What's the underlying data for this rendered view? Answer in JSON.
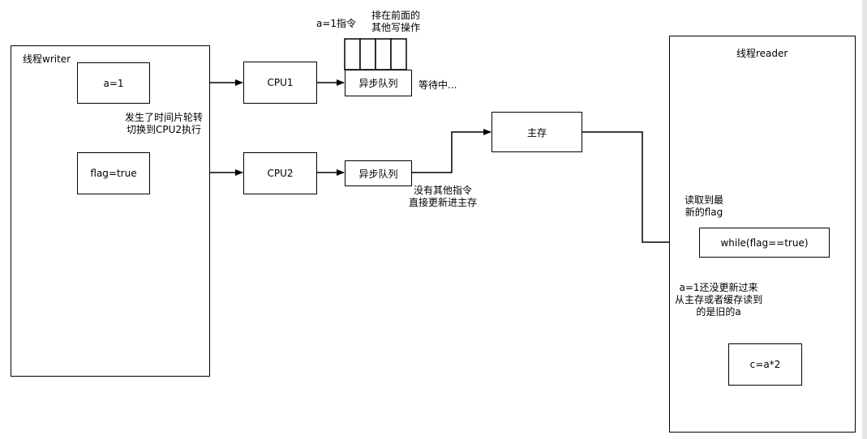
{
  "writer": {
    "title": "线程writer"
  },
  "reader": {
    "title": "线程reader"
  },
  "nodes": {
    "a1": "a=1",
    "flag_true": "flag=true",
    "cpu1": "CPU1",
    "cpu2": "CPU2",
    "queue1": "异步队列",
    "queue2": "异步队列",
    "main_memory": "主存",
    "while_loop": "while(flag==true)",
    "c_calc": "c=a*2"
  },
  "annotations": {
    "instr_a1": "a=1指令",
    "front_ops_1": "排在前面的",
    "front_ops_2": "其他写操作",
    "waiting": "等待中...",
    "time_slice_1": "发生了时间片轮转",
    "time_slice_2": "切换到CPU2执行",
    "no_other_1": "没有其他指令",
    "no_other_2": "直接更新进主存",
    "read_flag_1": "读取到最",
    "read_flag_2": "新的flag",
    "stale_1": "a=1还没更新过来",
    "stale_2": "从主存或者缓存读到",
    "stale_3": "的是旧的a"
  }
}
